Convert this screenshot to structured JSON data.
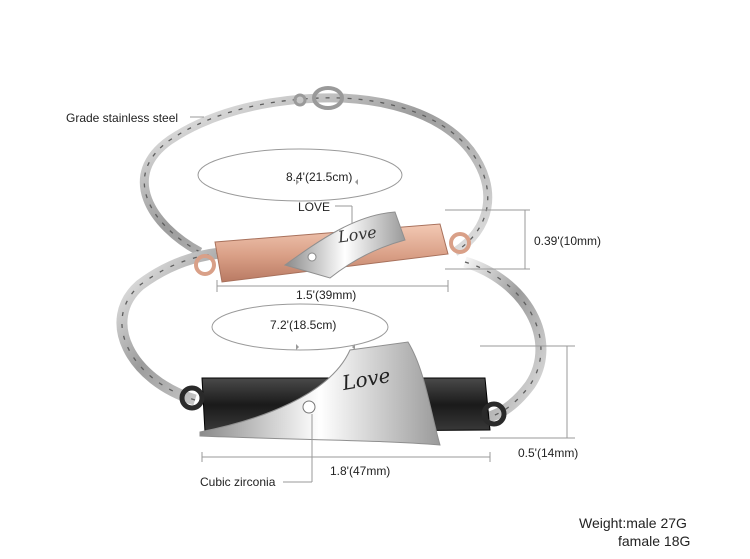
{
  "labels": {
    "material": "Grade stainless steel",
    "engraving": "LOVE",
    "stone": "Cubic zirconia"
  },
  "large_bracelet": {
    "length": "8.4'(21.5cm)",
    "plate_width": "0.39'(10mm)",
    "plate_length": "1.5'(39mm)"
  },
  "small_bracelet": {
    "length": "7.2'(18.5cm)",
    "plate_width": "0.5'(14mm)",
    "plate_length": "1.8'(47mm)"
  },
  "plate_text": {
    "top": "Love",
    "bottom": "Love"
  },
  "weight": {
    "line1": "Weight:male 27G",
    "line2": "famale 18G"
  },
  "colors": {
    "rose_gold": "#d9a088",
    "black_plate": "#1e1e1e",
    "steel": "#b5b5b5"
  }
}
